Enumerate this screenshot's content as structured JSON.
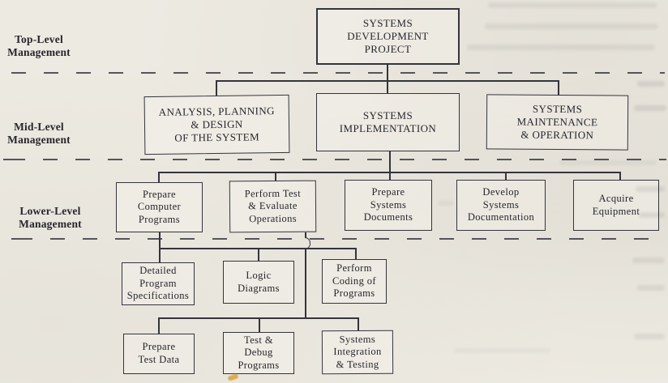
{
  "colors": {
    "paper": "#edeae2",
    "line": "#34343d",
    "ink": "#26262c",
    "mark": "#dba13c"
  },
  "management_levels": [
    {
      "id": "top",
      "label": "Top-Level\nManagement"
    },
    {
      "id": "mid",
      "label": "Mid-Level\nManagement"
    },
    {
      "id": "lower",
      "label": "Lower-Level\nManagement"
    }
  ],
  "nodes": {
    "project": {
      "label": "SYSTEMS\nDEVELOPMENT\nPROJECT",
      "level": "top",
      "parent": null
    },
    "analysis": {
      "label": "ANALYSIS, PLANNING\n& DESIGN\nOF THE SYSTEM",
      "level": "mid",
      "parent": "project"
    },
    "implementation": {
      "label": "SYSTEMS\nIMPLEMENTATION",
      "level": "mid",
      "parent": "project"
    },
    "maintenance": {
      "label": "SYSTEMS\nMAINTENANCE\n& OPERATION",
      "level": "mid",
      "parent": "project"
    },
    "prepare_programs": {
      "label": "Prepare\nComputer\nPrograms",
      "level": "lower",
      "parent": "implementation"
    },
    "perform_test": {
      "label": "Perform Test\n& Evaluate\nOperations",
      "level": "lower",
      "parent": "implementation"
    },
    "prepare_documents": {
      "label": "Prepare\nSystems\nDocuments",
      "level": "lower",
      "parent": "implementation"
    },
    "develop_documentation": {
      "label": "Develop\nSystems\nDocumentation",
      "level": "lower",
      "parent": "implementation"
    },
    "acquire_equipment": {
      "label": "Acquire\nEquipment",
      "level": "lower",
      "parent": "implementation"
    },
    "detailed_specs": {
      "label": "Detailed\nProgram\nSpecifications",
      "level": "lower",
      "parent": "prepare_programs"
    },
    "logic_diagrams": {
      "label": "Logic\nDiagrams",
      "level": "lower",
      "parent": "prepare_programs"
    },
    "perform_coding": {
      "label": "Perform\nCoding of\nPrograms",
      "level": "lower",
      "parent": "prepare_programs"
    },
    "prepare_test_data": {
      "label": "Prepare\nTest Data",
      "level": "lower",
      "parent": "perform_test"
    },
    "test_debug": {
      "label": "Test &\nDebug\nPrograms",
      "level": "lower",
      "parent": "perform_test"
    },
    "systems_integration": {
      "label": "Systems\nIntegration\n& Testing",
      "level": "lower",
      "parent": "perform_test"
    }
  }
}
